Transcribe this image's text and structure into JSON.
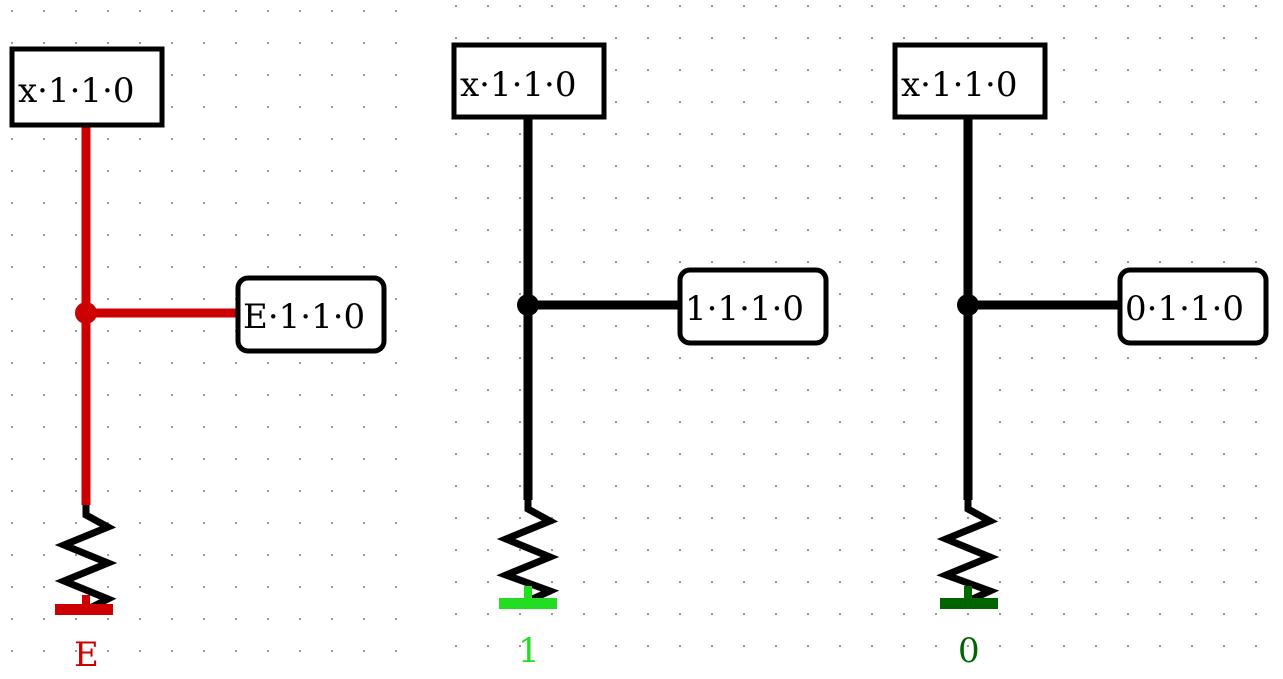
{
  "colors": {
    "background": "#ffffff",
    "grid_dot": "#9a9a9a",
    "error_red": "#cc0000",
    "wire_black": "#000000",
    "high_green": "#22dd22",
    "low_darkgreen": "#006400"
  },
  "circuits": [
    {
      "input_label": "x·1·1·0",
      "output_label": "E·1·1·0",
      "pull_label": "E",
      "wire_color": "#cc0000",
      "pull_color": "#cc0000",
      "resistor_color": "#000000"
    },
    {
      "input_label": "x·1·1·0",
      "output_label": "1·1·1·0",
      "pull_label": "1",
      "wire_color": "#000000",
      "pull_color": "#22dd22",
      "resistor_color": "#000000"
    },
    {
      "input_label": "x·1·1·0",
      "output_label": "0·1·1·0",
      "pull_label": "0",
      "wire_color": "#000000",
      "pull_color": "#006400",
      "resistor_color": "#000000"
    }
  ]
}
